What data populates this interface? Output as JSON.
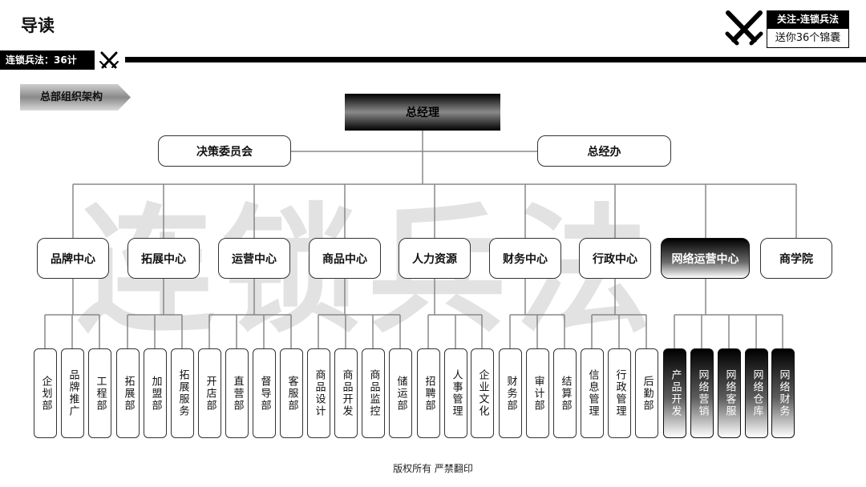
{
  "header": {
    "title": "导读",
    "tag": "连锁兵法：36计",
    "promo_line1": "关注-连锁兵法",
    "promo_line2": "送你36个锦囊"
  },
  "section_label": "总部组织架构",
  "watermark": "连锁兵法",
  "chart": {
    "ceo": "总经理",
    "advisory": [
      "决策委员会",
      "总经办"
    ],
    "centers": [
      {
        "name": "品牌中心",
        "departments": [
          "企划部",
          "品牌推广",
          "工程部"
        ]
      },
      {
        "name": "拓展中心",
        "departments": [
          "拓展部",
          "加盟部",
          "拓展服务"
        ]
      },
      {
        "name": "运营中心",
        "departments": [
          "开店部",
          "直营部",
          "督导部",
          "客服部"
        ]
      },
      {
        "name": "商品中心",
        "departments": [
          "商品设计",
          "商品开发",
          "商品监控",
          "储运部"
        ]
      },
      {
        "name": "人力资源",
        "departments": [
          "招聘部",
          "人事管理",
          "企业文化"
        ]
      },
      {
        "name": "财务中心",
        "departments": [
          "财务部",
          "审计部",
          "结算部"
        ]
      },
      {
        "name": "行政中心",
        "departments": [
          "信息管理",
          "行政管理",
          "后勤部"
        ]
      },
      {
        "name": "网络运营中心",
        "highlight": true,
        "departments": [
          "产品开发",
          "网络营销",
          "网络客服",
          "网络仓库",
          "网络财务"
        ]
      },
      {
        "name": "商学院",
        "departments": []
      }
    ]
  },
  "footer": "版权所有 严禁翻印",
  "colors": {
    "accent": "#000000",
    "watermark": "#e2e2e2",
    "line": "#888888"
  }
}
